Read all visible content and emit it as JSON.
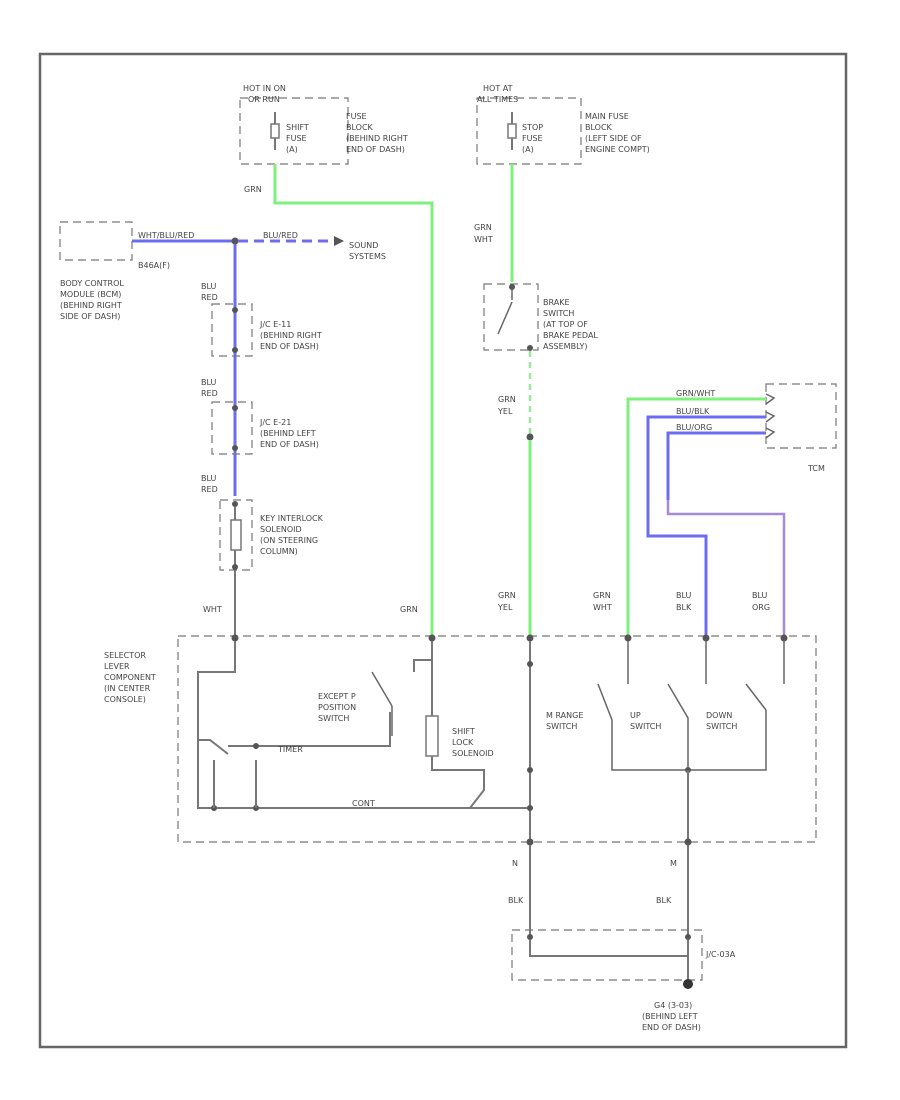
{
  "diagram_id": "",
  "power": {
    "hot_run": {
      "line1": "HOT IN ON",
      "line2": "OR RUN"
    },
    "hot_at_all_times": {
      "line1": "HOT AT",
      "line2": "ALL TIMES"
    }
  },
  "fuses": {
    "shift_fuse": [
      "SHIFT",
      "FUSE",
      "(A)"
    ],
    "fuse_block": [
      "FUSE",
      "BLOCK",
      "(BEHIND RIGHT",
      "END OF DASH)"
    ],
    "stop_fuse": [
      "STOP",
      "FUSE",
      "(A)"
    ],
    "main_fuse_block": [
      "MAIN FUSE",
      "BLOCK",
      "(LEFT SIDE OF",
      "ENGINE COMPT)"
    ]
  },
  "wires": {
    "grn": "GRN",
    "grn_wht": [
      "GRN",
      "WHT"
    ],
    "grn_yel": [
      "GRN",
      "YEL"
    ],
    "blu_red": [
      "BLU",
      "RED"
    ],
    "blu_blk": [
      "BLU",
      "BLK"
    ],
    "blu_org": [
      "BLU",
      "ORG"
    ],
    "wht": "WHT",
    "blk": "BLK",
    "bcm_wire": "WHT/BLU/RED",
    "sound_wire": "BLU/RED",
    "tcm_wire1": "GRN/WHT",
    "tcm_wire2": "BLU/BLK",
    "tcm_wire3": "BLU/ORG"
  },
  "components": {
    "bcm": [
      "BODY CONTROL",
      "MODULE (BCM)",
      "(BEHIND RIGHT",
      "SIDE OF DASH)"
    ],
    "bcm_connector": "B46A(F)",
    "sound_systems": [
      "SOUND",
      "SYSTEMS"
    ],
    "jc1": [
      "J/C E-11",
      "(BEHIND RIGHT",
      "END OF DASH)"
    ],
    "jc2": [
      "J/C E-21",
      "(BEHIND LEFT",
      "END OF DASH)"
    ],
    "key_interlock": [
      "KEY INTERLOCK",
      "SOLENOID",
      "(ON STEERING",
      "COLUMN)"
    ],
    "brake_switch": [
      "BRAKE",
      "SWITCH",
      "(AT TOP OF",
      "BRAKE PEDAL",
      "ASSEMBLY)"
    ],
    "tcm": "TCM",
    "selector_lever": [
      "SELECTOR",
      "LEVER",
      "COMPONENT",
      "(IN CENTER",
      "CONSOLE)"
    ],
    "except_p": [
      "EXCEPT P",
      "POSITION",
      "SWITCH"
    ],
    "shift_lock": [
      "SHIFT",
      "LOCK",
      "SOLENOID"
    ],
    "m_range": [
      "M RANGE",
      "SWITCH"
    ],
    "up_switch": [
      "UP",
      "SWITCH"
    ],
    "down_switch": [
      "DOWN",
      "SWITCH"
    ],
    "jc_bottom": "J/C-03A",
    "ground": [
      "G4 (3-03)",
      "(BEHIND LEFT",
      "END OF DASH)"
    ],
    "internal_label1": "TIMER",
    "internal_label2": "CONT"
  },
  "pins": {
    "n": "N",
    "m": "M"
  },
  "colors": {
    "grn": "#7df07d",
    "blu": "#6c6cf0",
    "blu_org": "#a68ad8",
    "wire": "#777777",
    "frame": "#666666"
  }
}
